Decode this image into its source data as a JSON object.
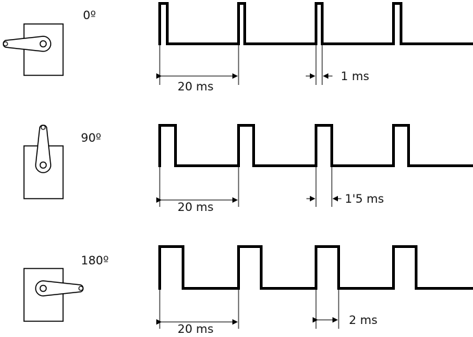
{
  "rows": [
    {
      "angle_label": "0º",
      "servo_orientation": "left",
      "period_label": "20 ms",
      "pulse_label": "1 ms",
      "pulse_ms": 1,
      "period_ms": 20
    },
    {
      "angle_label": "90º",
      "servo_orientation": "up",
      "period_label": "20 ms",
      "pulse_label": "1'5 ms",
      "pulse_ms": 1.5,
      "period_ms": 20
    },
    {
      "angle_label": "180º",
      "servo_orientation": "right",
      "period_label": "20 ms",
      "pulse_label": "2 ms",
      "pulse_ms": 2,
      "period_ms": 20
    }
  ],
  "colors": {
    "stroke": "#000000",
    "background": "#ffffff"
  }
}
